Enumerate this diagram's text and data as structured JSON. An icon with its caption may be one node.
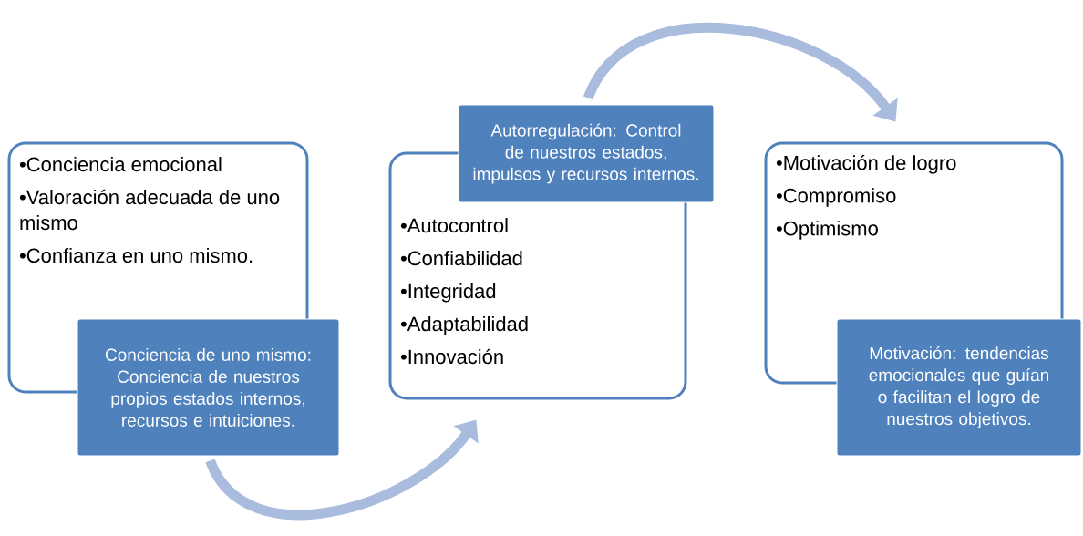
{
  "diagram": {
    "nodes": [
      {
        "text": [
          "•Conciencia emocional",
          "•Valoración adecuada de uno mismo",
          "•Confianza en uno mismo."
        ]
      },
      {
        "text": [
          "Conciencia de uno mismo:  Conciencia de nuestros propios estados internos, recursos e intuiciones."
        ]
      },
      {
        "text": [
          "•Autocontrol",
          "•Confiabilidad",
          "•Integridad",
          "•Adaptabilidad",
          "•Innovación"
        ]
      },
      {
        "text": [
          "Autorregulación:  Control de nuestros estados, impulsos y recursos internos."
        ]
      },
      {
        "text": [
          "•Motivación de logro",
          "•Compromiso",
          "•Optimismo"
        ]
      },
      {
        "text": [
          "Motivación: tendencias emocionales que guían o facilitan el logro de nuestros objetivos."
        ]
      }
    ],
    "edges": [
      {
        "from": 1,
        "to": 2,
        "arrow": "to"
      },
      {
        "from": 3,
        "to": 4,
        "arrow": "to"
      }
    ]
  }
}
